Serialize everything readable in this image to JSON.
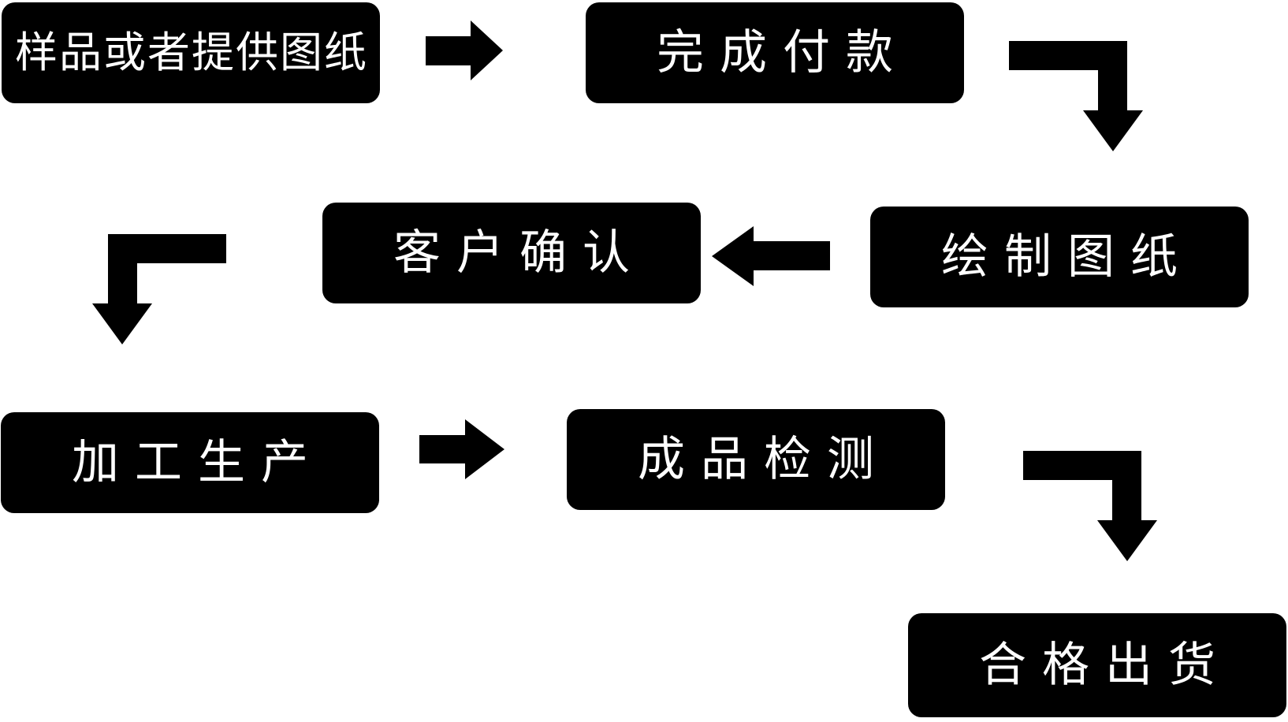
{
  "diagram": {
    "colors": {
      "background": "#ffffff",
      "node_fill": "#000000",
      "node_text": "#ffffff",
      "arrow": "#000000"
    },
    "nodes": [
      {
        "id": "sample-or-drawing",
        "label": "样品或者提供图纸"
      },
      {
        "id": "complete-payment",
        "label": "完成付款"
      },
      {
        "id": "draw-drawings",
        "label": "绘制图纸"
      },
      {
        "id": "customer-confirmation",
        "label": "客户确认"
      },
      {
        "id": "processing-production",
        "label": "加工生产"
      },
      {
        "id": "finished-product-inspection",
        "label": "成品检测"
      },
      {
        "id": "qualified-shipment",
        "label": "合格出货"
      }
    ],
    "connections": [
      {
        "from": "样品或者提供图纸",
        "to": "完成付款",
        "style": "straight-right"
      },
      {
        "from": "完成付款",
        "to": "绘制图纸",
        "style": "elbow-right-down"
      },
      {
        "from": "绘制图纸",
        "to": "客户确认",
        "style": "straight-left"
      },
      {
        "from": "客户确认",
        "to": "加工生产",
        "style": "elbow-left-down"
      },
      {
        "from": "加工生产",
        "to": "成品检测",
        "style": "straight-right"
      },
      {
        "from": "成品检测",
        "to": "合格出货",
        "style": "elbow-right-down"
      }
    ]
  }
}
